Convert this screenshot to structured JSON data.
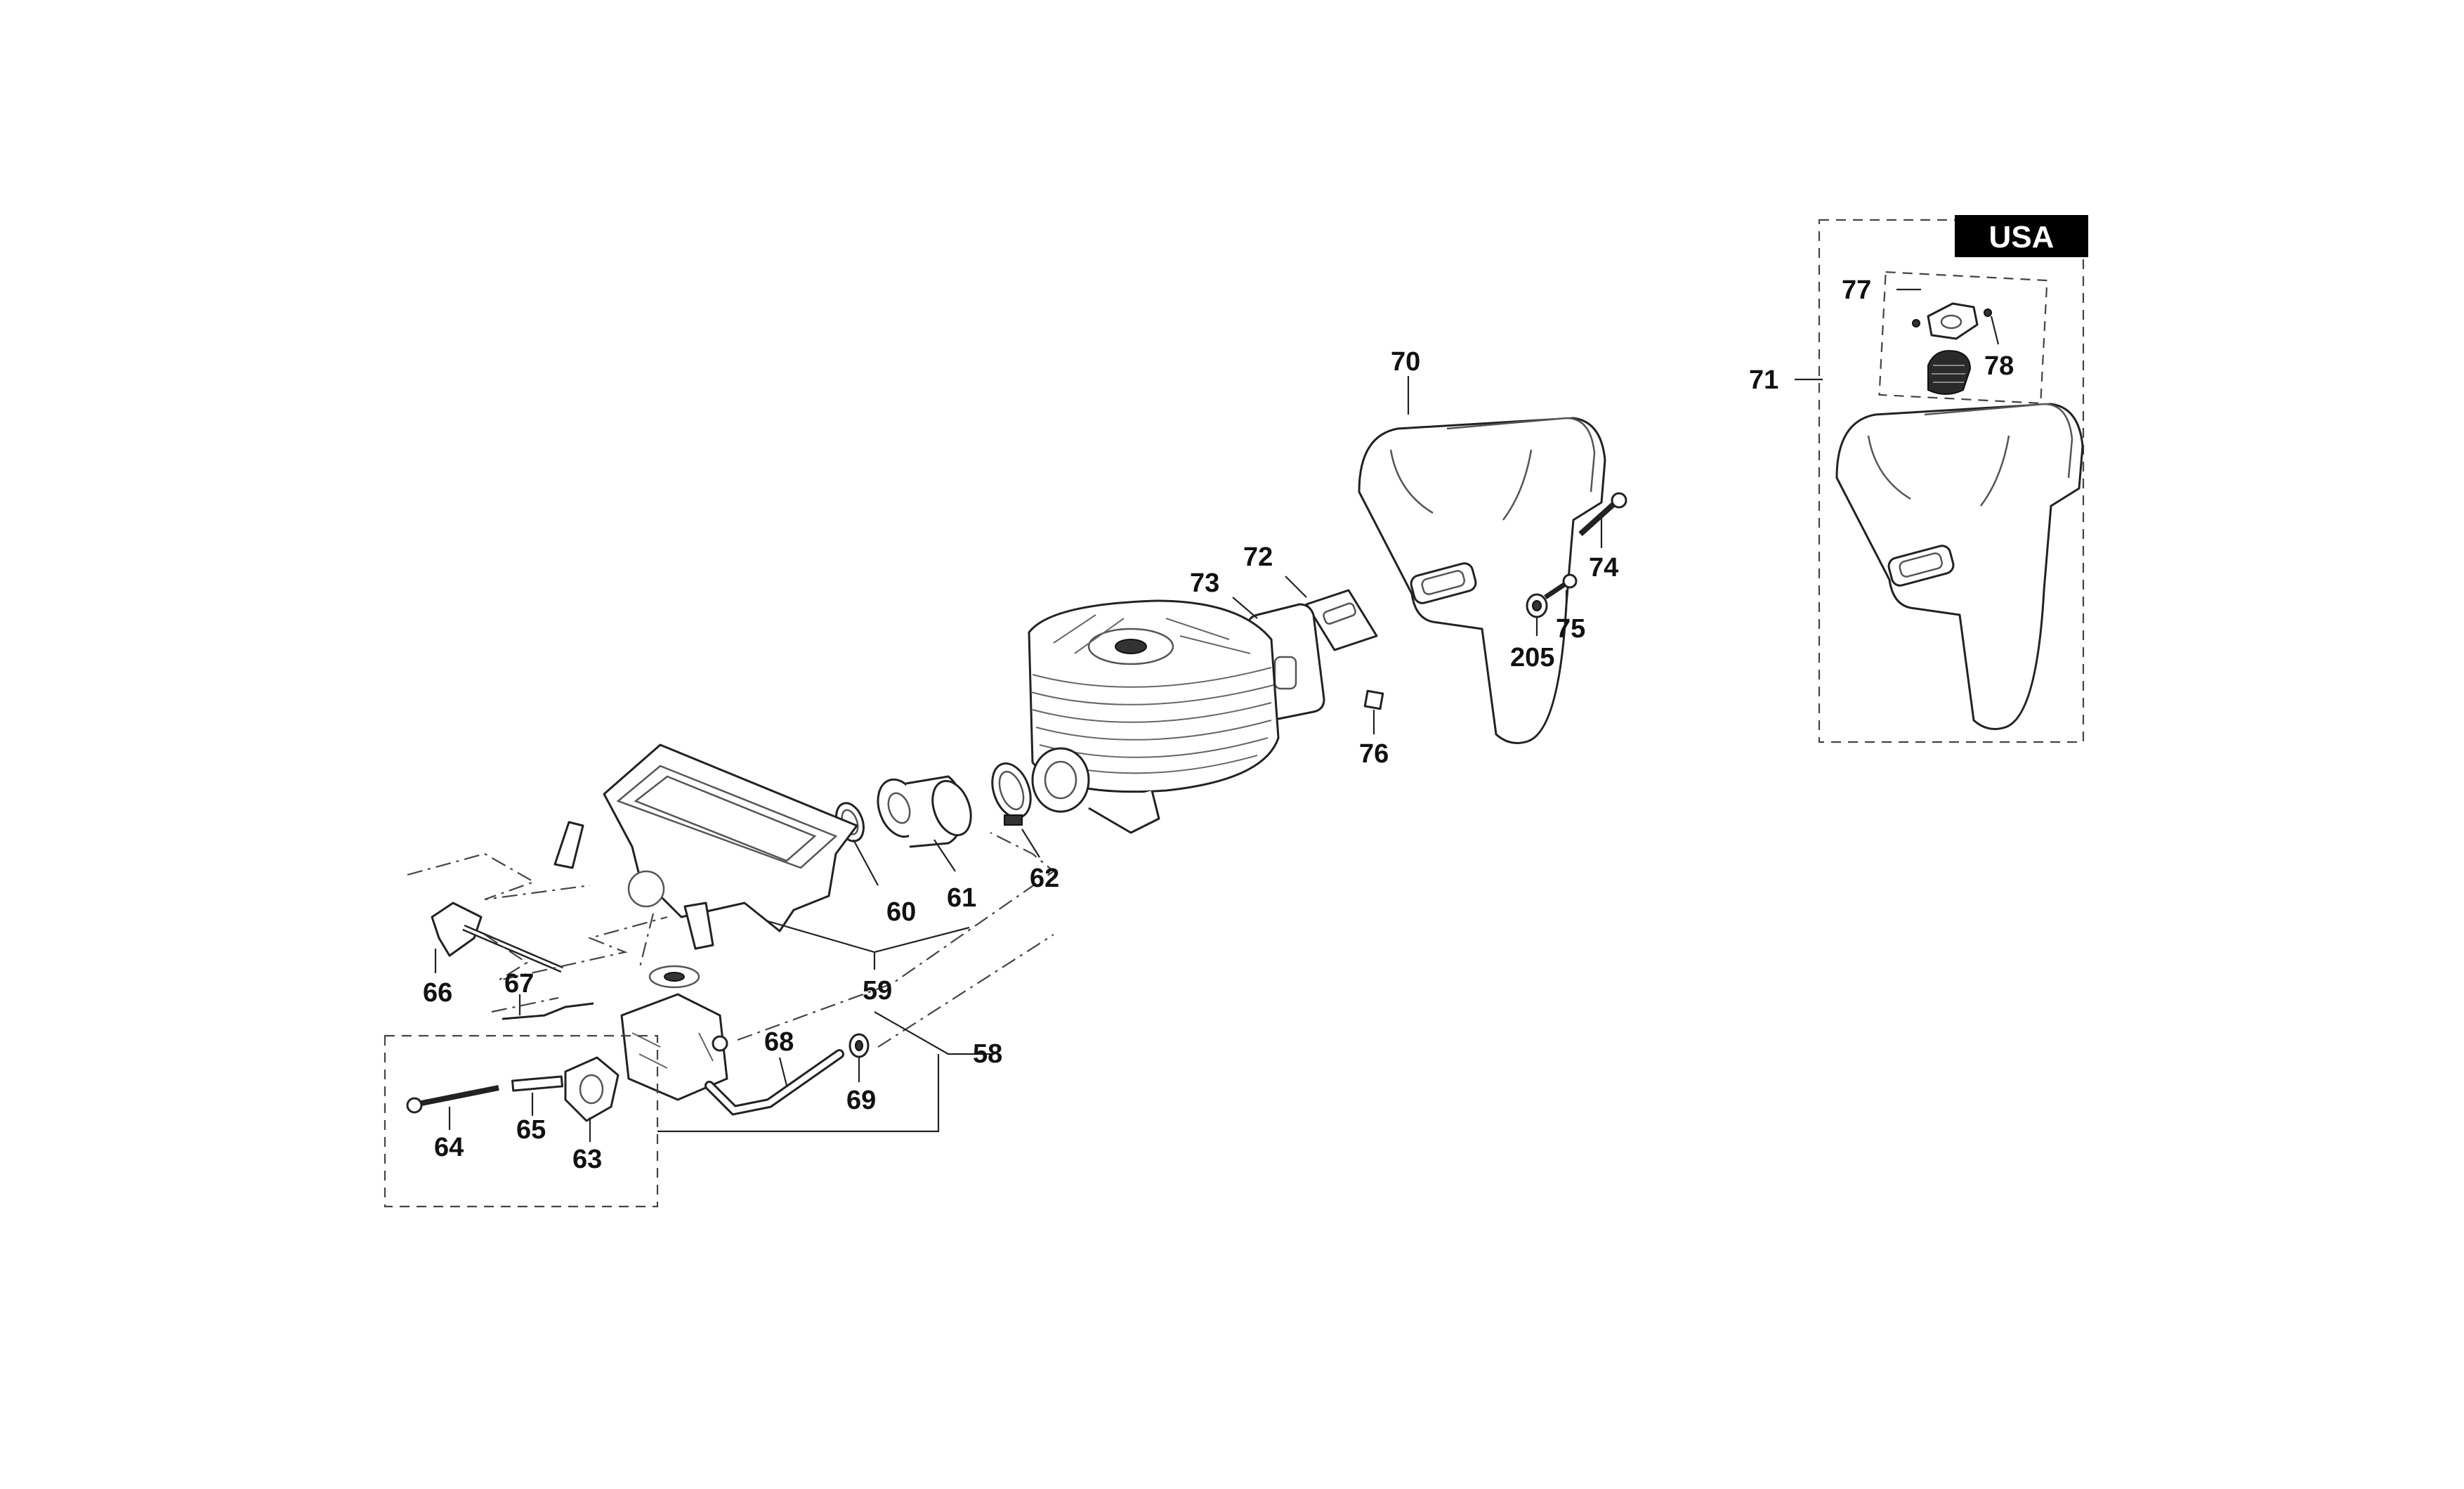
{
  "region_label": "USA",
  "callouts": [
    {
      "id": "58",
      "text": "58"
    },
    {
      "id": "59",
      "text": "59"
    },
    {
      "id": "60",
      "text": "60"
    },
    {
      "id": "61",
      "text": "61"
    },
    {
      "id": "62",
      "text": "62"
    },
    {
      "id": "63",
      "text": "63"
    },
    {
      "id": "64",
      "text": "64"
    },
    {
      "id": "65",
      "text": "65"
    },
    {
      "id": "66",
      "text": "66"
    },
    {
      "id": "67",
      "text": "67"
    },
    {
      "id": "68",
      "text": "68"
    },
    {
      "id": "69",
      "text": "69"
    },
    {
      "id": "70",
      "text": "70"
    },
    {
      "id": "71",
      "text": "71"
    },
    {
      "id": "72",
      "text": "72"
    },
    {
      "id": "73",
      "text": "73"
    },
    {
      "id": "74",
      "text": "74"
    },
    {
      "id": "75",
      "text": "75"
    },
    {
      "id": "76",
      "text": "76"
    },
    {
      "id": "77",
      "text": "77"
    },
    {
      "id": "78",
      "text": "78"
    },
    {
      "id": "205",
      "text": "205"
    }
  ]
}
